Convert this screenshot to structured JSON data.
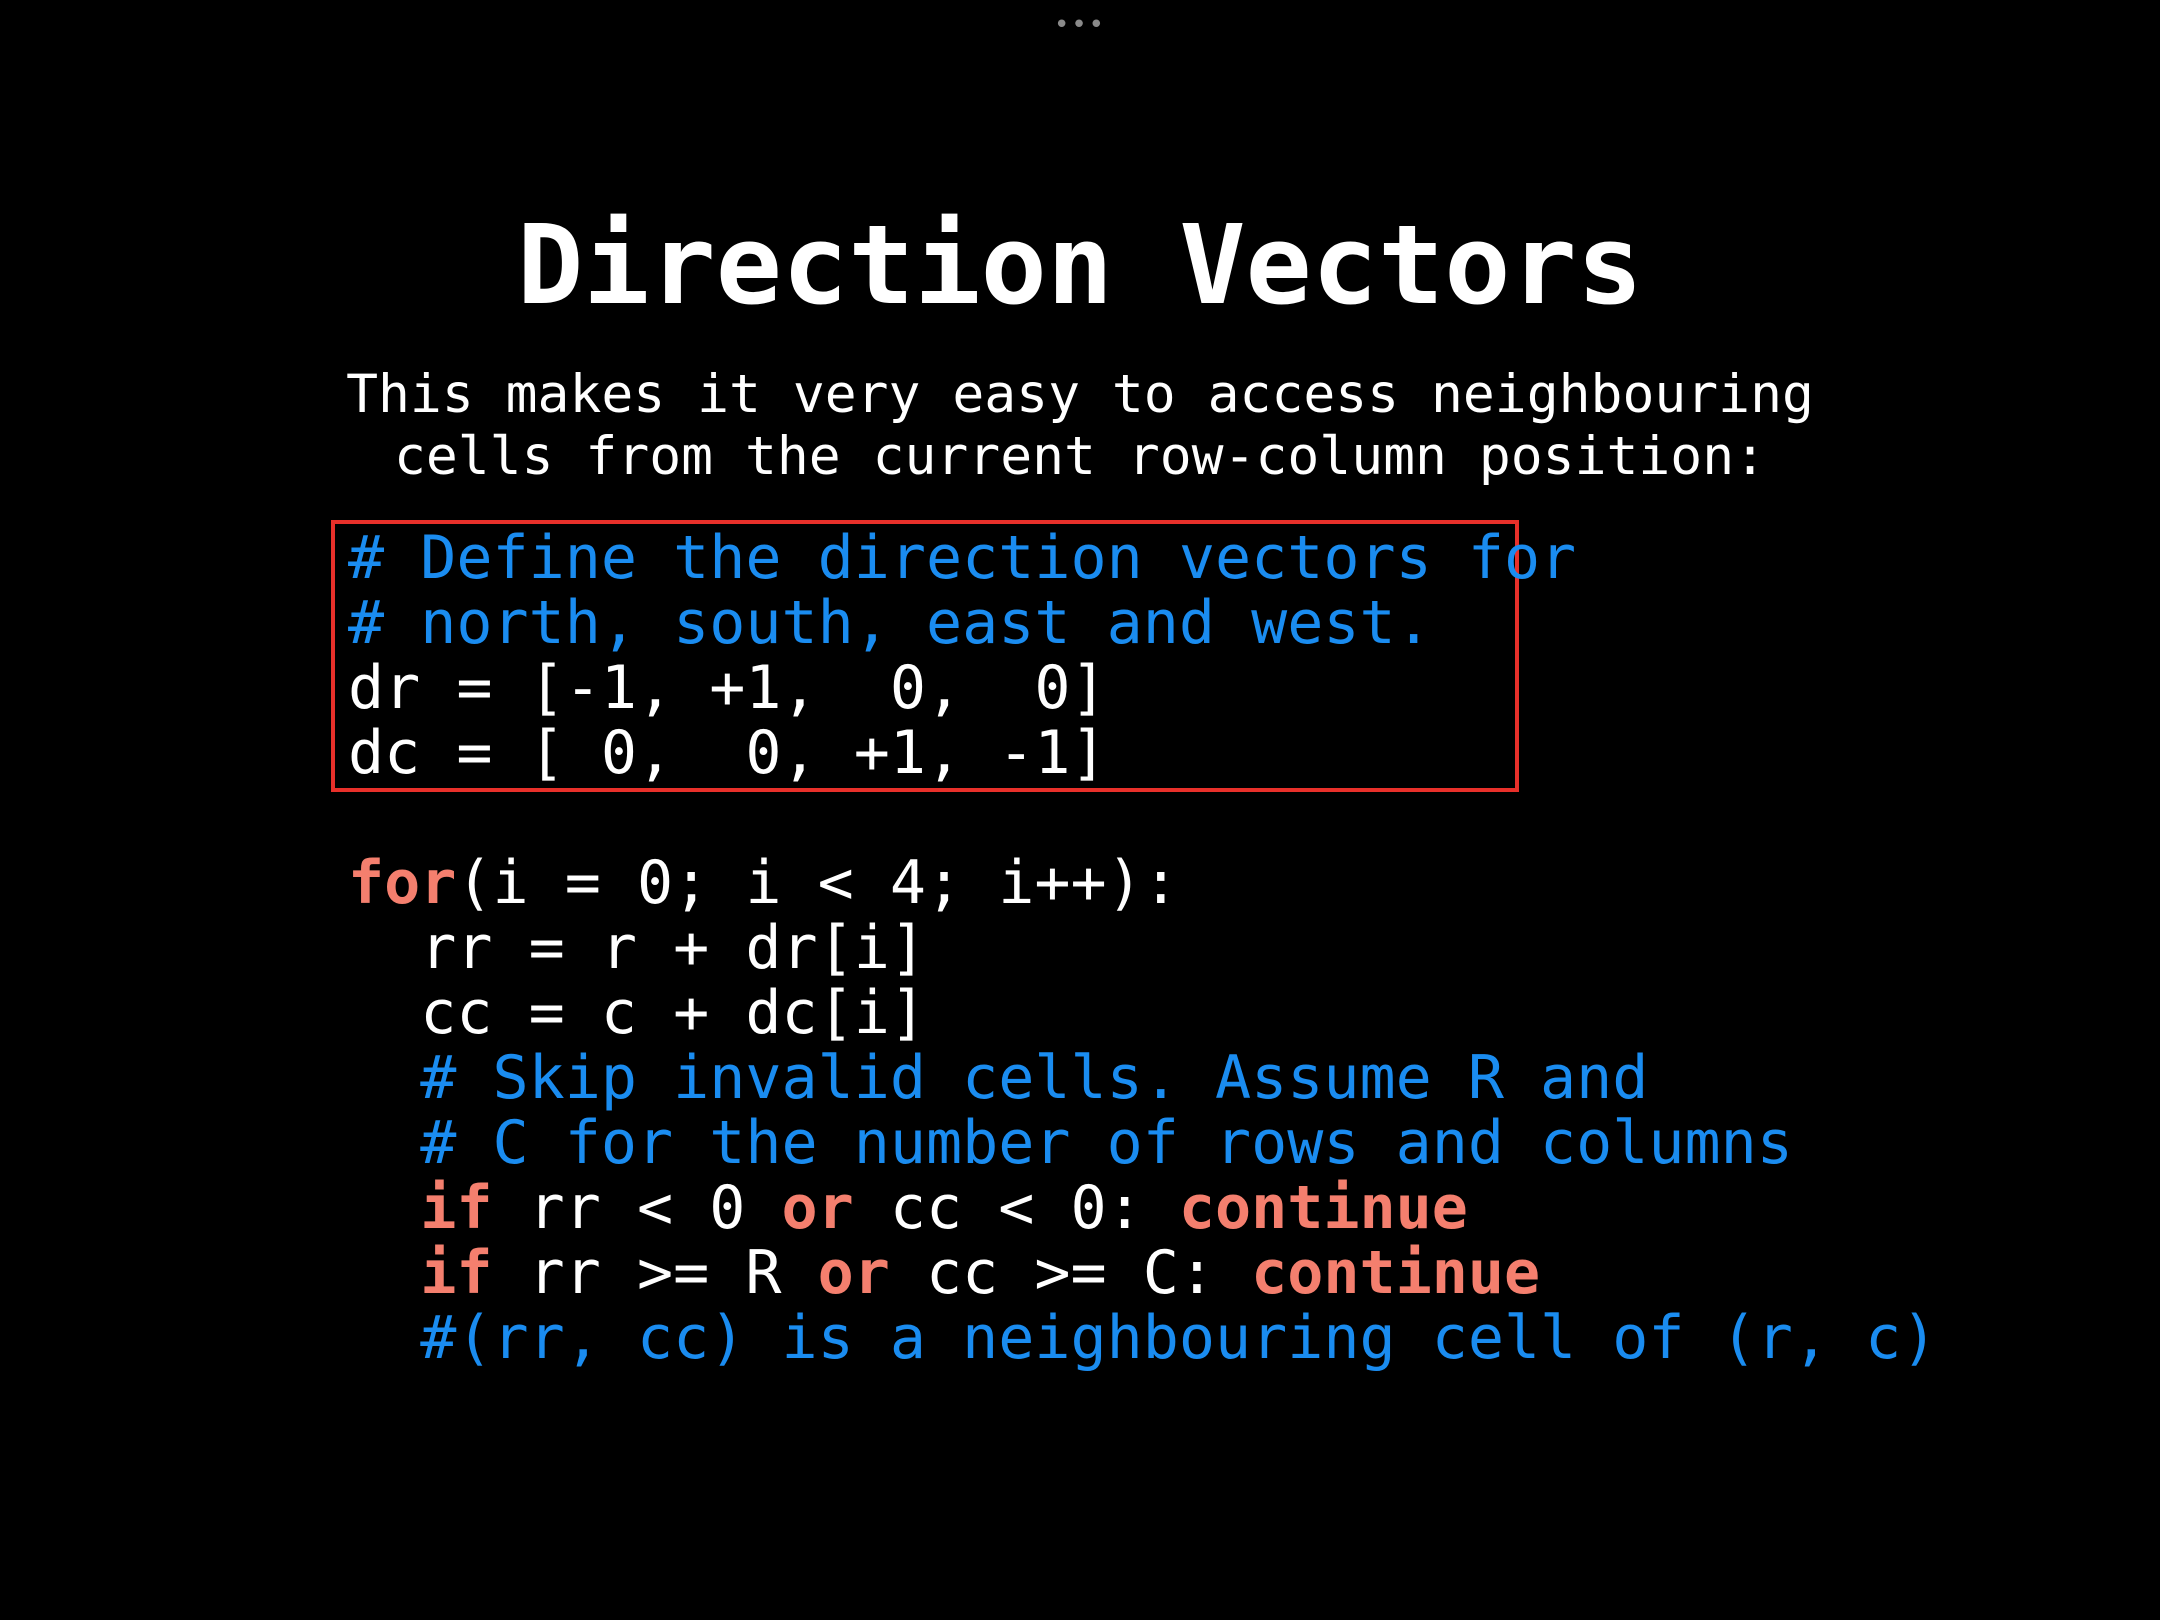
{
  "top_bar": {
    "dots": "•••"
  },
  "slide": {
    "title": "Direction Vectors",
    "subtitle": [
      "This makes it very easy to access neighbouring",
      "cells from the current row-column position:"
    ]
  },
  "colors": {
    "background": "#000000",
    "text": "#ffffff",
    "comment": "#1a8cf0",
    "keyword": "#f47f6e",
    "highlight_border": "#e8302a"
  },
  "code_top": [
    [
      {
        "t": "# Define the direction vectors for",
        "k": "cm"
      }
    ],
    [
      {
        "t": "# north, south, east and west.",
        "k": "cm"
      }
    ],
    [
      {
        "t": "dr = [-1, +1,  0,  0]",
        "k": "pl"
      }
    ],
    [
      {
        "t": "dc = [ 0,  0, +1, -1]",
        "k": "pl"
      }
    ]
  ],
  "code_bottom": [
    [
      {
        "t": "for",
        "k": "kw"
      },
      {
        "t": "(i = 0; i < 4; i++):",
        "k": "pl"
      }
    ],
    [
      {
        "t": "  rr = r + dr[i]",
        "k": "pl"
      }
    ],
    [
      {
        "t": "  cc = c + dc[i]",
        "k": "pl"
      }
    ],
    [
      {
        "t": "  # Skip invalid cells. Assume R and",
        "k": "cm"
      }
    ],
    [
      {
        "t": "  # C for the number of rows and columns",
        "k": "cm"
      }
    ],
    [
      {
        "t": "  ",
        "k": "pl"
      },
      {
        "t": "if",
        "k": "kw"
      },
      {
        "t": " rr < 0 ",
        "k": "pl"
      },
      {
        "t": "or",
        "k": "kw"
      },
      {
        "t": " cc < 0: ",
        "k": "pl"
      },
      {
        "t": "continue",
        "k": "kw"
      }
    ],
    [
      {
        "t": "  ",
        "k": "pl"
      },
      {
        "t": "if",
        "k": "kw"
      },
      {
        "t": " rr >= R ",
        "k": "pl"
      },
      {
        "t": "or",
        "k": "kw"
      },
      {
        "t": " cc >= C: ",
        "k": "pl"
      },
      {
        "t": "continue",
        "k": "kw"
      }
    ],
    [
      {
        "t": "  #(rr, cc) is a neighbouring cell of (r, c)",
        "k": "cm"
      }
    ]
  ]
}
